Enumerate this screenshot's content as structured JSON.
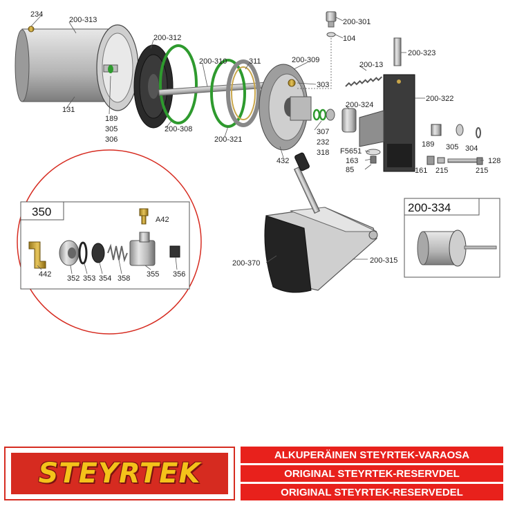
{
  "diagram": {
    "labels": [
      {
        "id": "l-234",
        "text": "234"
      },
      {
        "id": "l-200-313",
        "text": "200-313"
      },
      {
        "id": "l-131",
        "text": "131"
      },
      {
        "id": "l-189a",
        "text": "189"
      },
      {
        "id": "l-305a",
        "text": "305"
      },
      {
        "id": "l-306",
        "text": "306"
      },
      {
        "id": "l-200-312",
        "text": "200-312"
      },
      {
        "id": "l-200-308",
        "text": "200-308"
      },
      {
        "id": "l-200-310",
        "text": "200-310"
      },
      {
        "id": "l-311",
        "text": "311"
      },
      {
        "id": "l-200-321",
        "text": "200-321"
      },
      {
        "id": "l-200-309",
        "text": "200-309"
      },
      {
        "id": "l-303",
        "text": "303"
      },
      {
        "id": "l-432",
        "text": "432"
      },
      {
        "id": "l-307",
        "text": "307"
      },
      {
        "id": "l-232",
        "text": "232"
      },
      {
        "id": "l-318",
        "text": "318"
      },
      {
        "id": "l-200-301",
        "text": "200-301"
      },
      {
        "id": "l-104",
        "text": "104"
      },
      {
        "id": "l-200-13",
        "text": "200-13"
      },
      {
        "id": "l-200-323",
        "text": "200-323"
      },
      {
        "id": "l-200-322",
        "text": "200-322"
      },
      {
        "id": "l-200-324",
        "text": "200-324"
      },
      {
        "id": "l-F5651",
        "text": "F5651"
      },
      {
        "id": "l-163",
        "text": "163"
      },
      {
        "id": "l-85",
        "text": "85"
      },
      {
        "id": "l-189b",
        "text": "189"
      },
      {
        "id": "l-305b",
        "text": "305"
      },
      {
        "id": "l-304",
        "text": "304"
      },
      {
        "id": "l-128",
        "text": "128"
      },
      {
        "id": "l-161",
        "text": "161"
      },
      {
        "id": "l-215a",
        "text": "215"
      },
      {
        "id": "l-215b",
        "text": "215"
      },
      {
        "id": "l-200-370",
        "text": "200-370"
      },
      {
        "id": "l-200-315",
        "text": "200-315"
      }
    ],
    "inset_350": {
      "title": "350",
      "labels": [
        {
          "id": "i-A42",
          "text": "A42"
        },
        {
          "id": "i-442",
          "text": "442"
        },
        {
          "id": "i-352",
          "text": "352"
        },
        {
          "id": "i-353",
          "text": "353"
        },
        {
          "id": "i-354",
          "text": "354"
        },
        {
          "id": "i-358",
          "text": "358"
        },
        {
          "id": "i-355",
          "text": "355"
        },
        {
          "id": "i-356",
          "text": "356"
        }
      ]
    },
    "inset_334": {
      "title": "200-334"
    }
  },
  "footer": {
    "logo_text": "STEYRTEK",
    "lines": [
      "ALKUPERÄINEN STEYRTEK-VARAOSA",
      "ORIGINAL STEYRTEK-RESERVDEL",
      "ORIGINAL STEYRTEK-RESERVEDEL"
    ]
  },
  "colors": {
    "accent_red": "#e8211c",
    "logo_yellow": "#f4c21a",
    "oring_green": "#2e9a2e",
    "circle_red": "#d62b20"
  }
}
